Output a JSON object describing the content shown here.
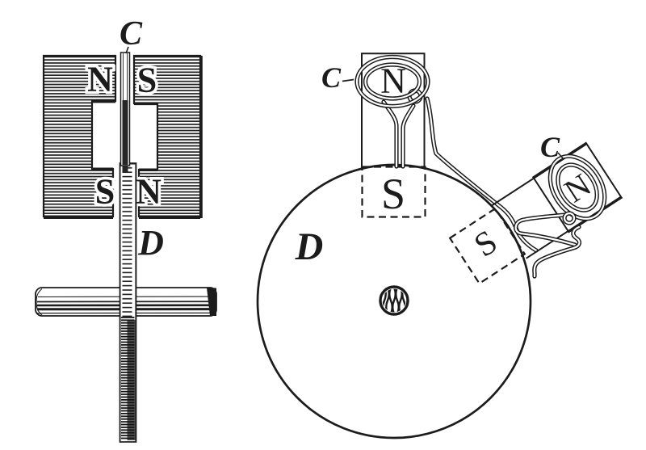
{
  "colors": {
    "ink": "#1c1c1c",
    "paper": "#ffffff"
  },
  "left_figure": {
    "commutator_label": "C",
    "strip_label": "D",
    "poles": {
      "top_left": "N",
      "top_right": "S",
      "bottom_left": "S",
      "bottom_right": "N"
    }
  },
  "right_figure": {
    "disc_label": "D",
    "top_coil": {
      "label": "C",
      "core_pole": "N",
      "disc_pole": "S"
    },
    "side_coil": {
      "label": "C",
      "core_pole": "N",
      "disc_pole": "S"
    }
  }
}
